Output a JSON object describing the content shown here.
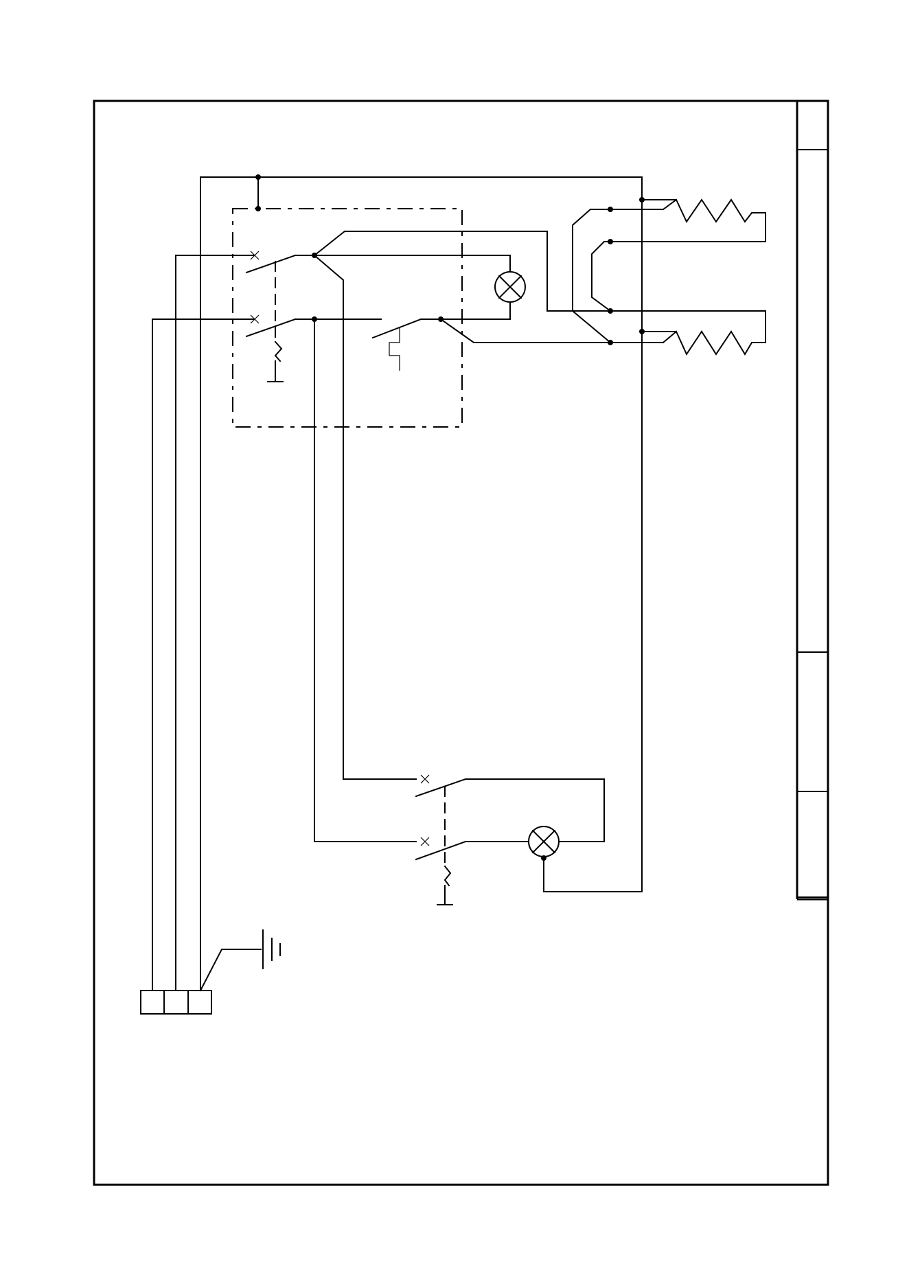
{
  "drawing": {
    "type": "electrical wiring schematic",
    "colors": {
      "line": "#000000",
      "background": "#ffffff"
    },
    "title_block": {
      "cells": [
        "",
        "",
        "",
        "",
        ""
      ]
    }
  },
  "components": {
    "terminal_block": {
      "poles": 3
    },
    "earth": {
      "icon": "ground-icon"
    },
    "control_unit": {
      "switch_poles": 2
    },
    "thermostat": {
      "icon": "thermostat-icon"
    },
    "lamps": [
      {
        "icon": "indicator-lamp-icon"
      },
      {
        "icon": "indicator-lamp-icon"
      }
    ],
    "heating_elements": [
      {
        "icon": "resistor-icon"
      },
      {
        "icon": "resistor-icon"
      }
    ],
    "door_switch": {
      "switch_poles": 2
    }
  }
}
